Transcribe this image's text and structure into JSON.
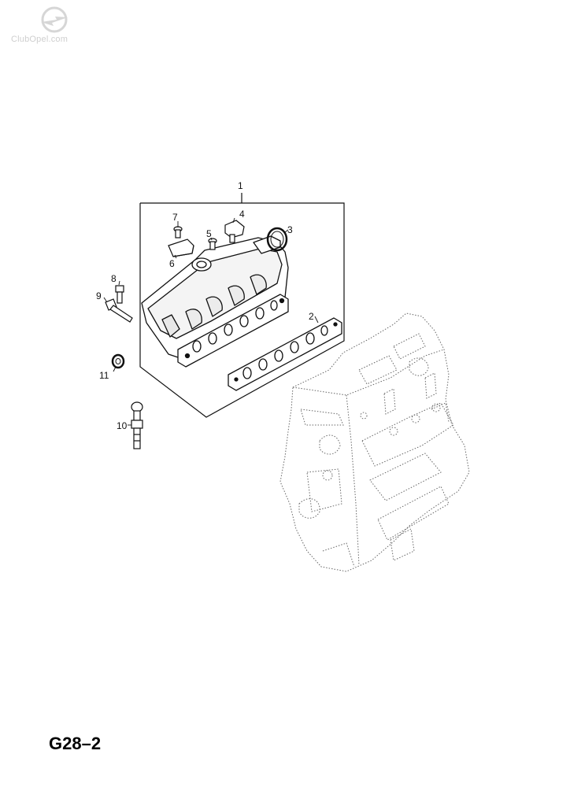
{
  "watermark": {
    "text": "ClubOpel.com"
  },
  "callouts": {
    "c1": "1",
    "c2": "2",
    "c3": "3",
    "c4": "4",
    "c5": "5",
    "c6": "6",
    "c7": "7",
    "c8": "8",
    "c9": "9",
    "c10": "10",
    "c11": "11"
  },
  "page_ref": "G28–2"
}
